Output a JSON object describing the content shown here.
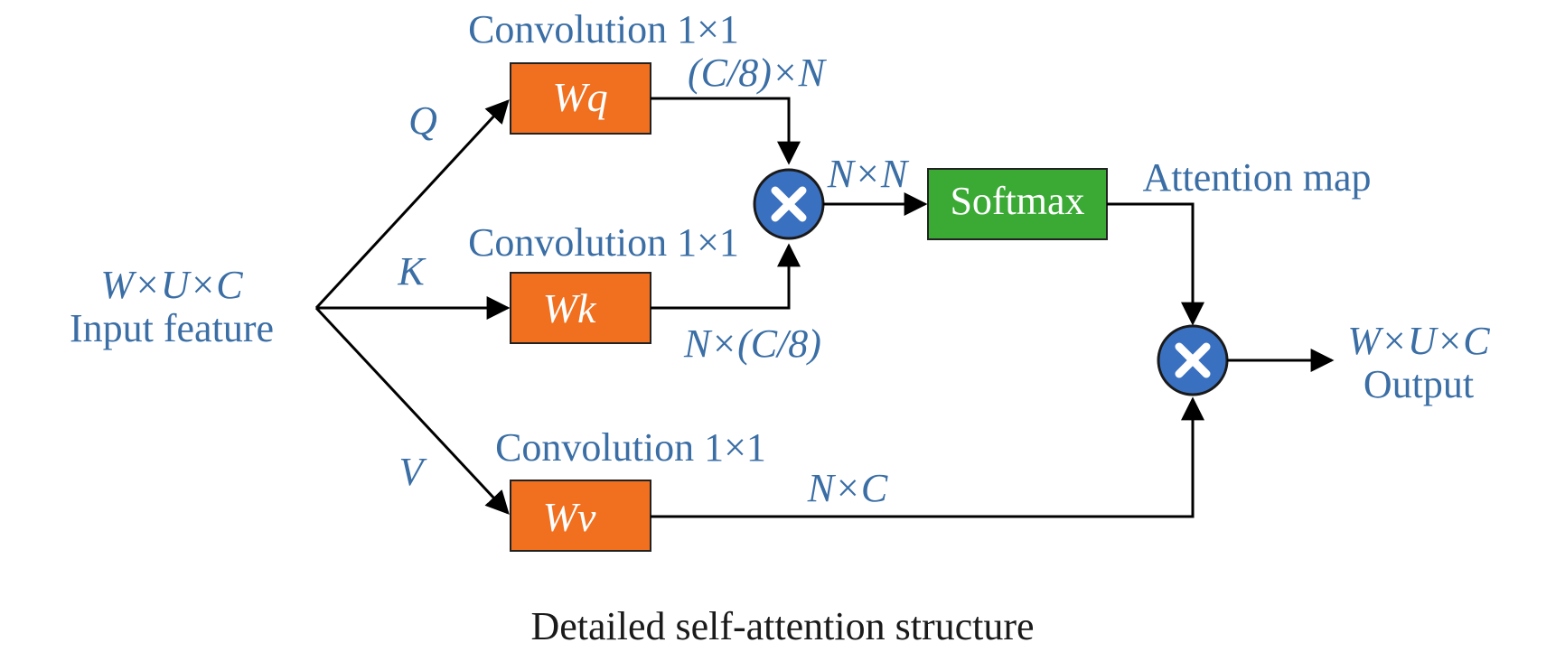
{
  "colors": {
    "label": "#3a6ea5",
    "conv_box": "#f07020",
    "softmax_box": "#3aaa35",
    "op_circle": "#3a70c0",
    "edge": "#000000"
  },
  "input": {
    "dims": "W×U×C",
    "name": "Input feature"
  },
  "branches": {
    "q": {
      "letter": "Q",
      "conv_label": "Convolution 1×1",
      "weight": "Wq",
      "shape": "(C/8)×N"
    },
    "k": {
      "letter": "K",
      "conv_label": "Convolution 1×1",
      "weight": "Wk",
      "shape": "N×(C/8)"
    },
    "v": {
      "letter": "V",
      "conv_label": "Convolution 1×1",
      "weight": "Wv",
      "shape": "N×C"
    }
  },
  "product_shape": "N×N",
  "softmax": {
    "label": "Softmax",
    "output_label": "Attention map"
  },
  "output": {
    "dims": "W×U×C",
    "name": "Output"
  },
  "caption": "Detailed self-attention structure"
}
